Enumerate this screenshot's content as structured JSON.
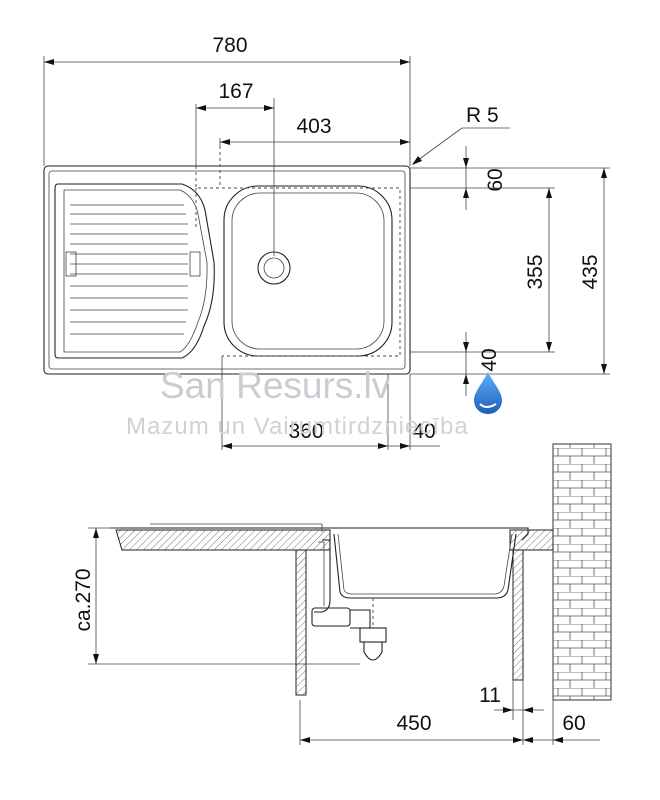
{
  "top_view": {
    "dim_width": "780",
    "dim_drainer": "167",
    "dim_bowl": "403",
    "dim_radius": "R 5",
    "dim_edge_top": "60",
    "dim_bowl_depth": "355",
    "dim_depth": "435",
    "dim_edge_bottom": "40",
    "dim_bowl_bottom": "360",
    "dim_bowl_side": "40"
  },
  "side_view": {
    "dim_height": "ca.270",
    "dim_wall": "11",
    "dim_cabinet": "450",
    "dim_offset": "60"
  },
  "watermark": {
    "brand": "San Resurs.lv",
    "tagline": "Mazum un Vairumtirdzniecība"
  },
  "colors": {
    "line": "#222222",
    "watermark": "#c9ccd1",
    "drop_blue": "#2f7fd6"
  }
}
